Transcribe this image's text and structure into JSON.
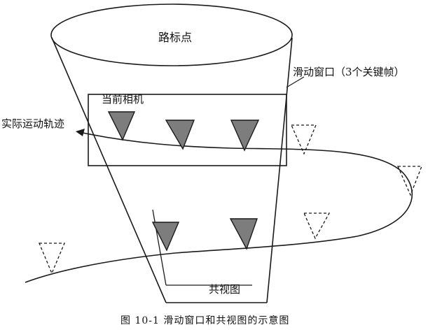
{
  "labels": {
    "landmarks": "路标点",
    "sliding_window": "滑动窗口（3个关键帧）",
    "current_camera": "当前相机",
    "actual_trajectory": "实际运动轨迹",
    "covisibility": "共视图"
  },
  "caption": "图 10-1   滑动窗口和共视图的示意图",
  "colors": {
    "line": "#1a1a1a",
    "keyframe_fill": "#7d7d7d",
    "background": "#ffffff"
  }
}
